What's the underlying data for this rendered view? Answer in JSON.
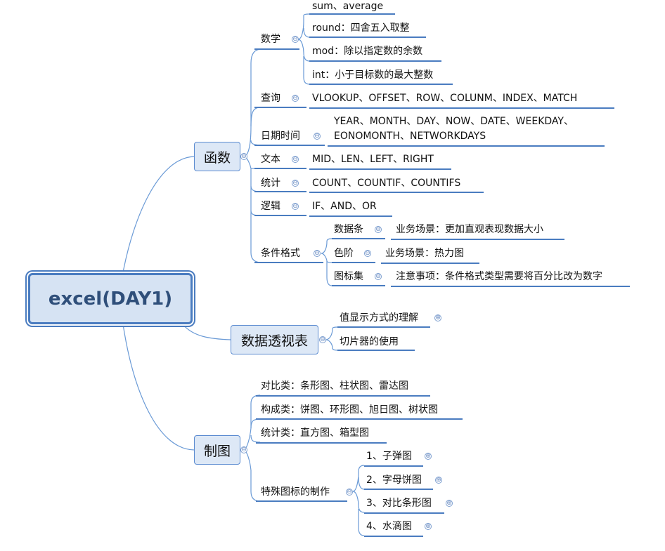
{
  "root": {
    "label": "excel(DAY1)"
  },
  "functions": {
    "label": "函数",
    "math": {
      "label": "数学",
      "items": [
        "sum、average",
        "round：四舍五入取整",
        "mod：除以指定数的余数",
        "int：小于目标数的最大整数"
      ]
    },
    "lookup": {
      "label": "查询",
      "detail": "VLOOKUP、OFFSET、ROW、COLUNM、INDEX、MATCH"
    },
    "datetime": {
      "label": "日期时间",
      "detail_line1": "YEAR、MONTH、DAY、NOW、DATE、WEEKDAY、",
      "detail_line2": "EONOMONTH、NETWORKDAYS"
    },
    "text": {
      "label": "文本",
      "detail": "MID、LEN、LEFT、RIGHT"
    },
    "stats": {
      "label": "统计",
      "detail": "COUNT、COUNTIF、COUNTIFS"
    },
    "logic": {
      "label": "逻辑",
      "detail": "IF、AND、OR"
    },
    "conditional": {
      "label": "条件格式",
      "databar": {
        "label": "数据条",
        "detail": "业务场景：更加直观表现数据大小"
      },
      "colorscale": {
        "label": "色阶",
        "detail": "业务场景：热力图"
      },
      "iconset": {
        "label": "图标集",
        "detail": "注意事项：条件格式类型需要将百分比改为数字"
      }
    }
  },
  "pivot": {
    "label": "数据透视表",
    "items": [
      "值显示方式的理解",
      "切片器的使用"
    ]
  },
  "charts": {
    "label": "制图",
    "items": [
      "对比类：条形图、柱状图、雷达图",
      "构成类：饼图、环形图、旭日图、树状图",
      "统计类：直方图、箱型图"
    ],
    "special": {
      "label": "特殊图标的制作",
      "items": [
        "1、子弹图",
        "2、字母饼图",
        "3、对比条形图",
        "4、水滴图"
      ]
    }
  },
  "colors": {
    "line": "#6a9ad6",
    "underline": "#4a7cc0",
    "root_fill": "#d6e3f3",
    "node_fill": "#dde8f6"
  },
  "icons": {
    "collapse": "⊖",
    "expand": "⊕"
  }
}
